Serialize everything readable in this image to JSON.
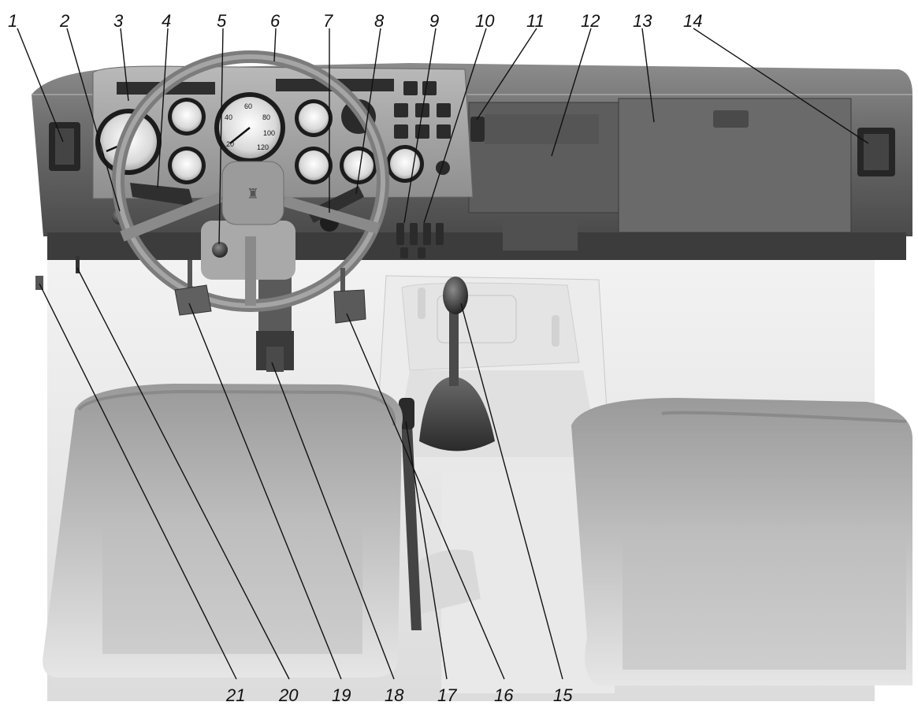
{
  "labels": {
    "top": [
      "1",
      "2",
      "3",
      "4",
      "5",
      "6",
      "7",
      "8",
      "9",
      "10",
      "11",
      "12",
      "13",
      "14"
    ],
    "bottom": [
      "21",
      "20",
      "19",
      "18",
      "17",
      "16",
      "15"
    ]
  },
  "gauges": {
    "speedometer": [
      "20",
      "40",
      "60",
      "80",
      "100",
      "120"
    ]
  }
}
